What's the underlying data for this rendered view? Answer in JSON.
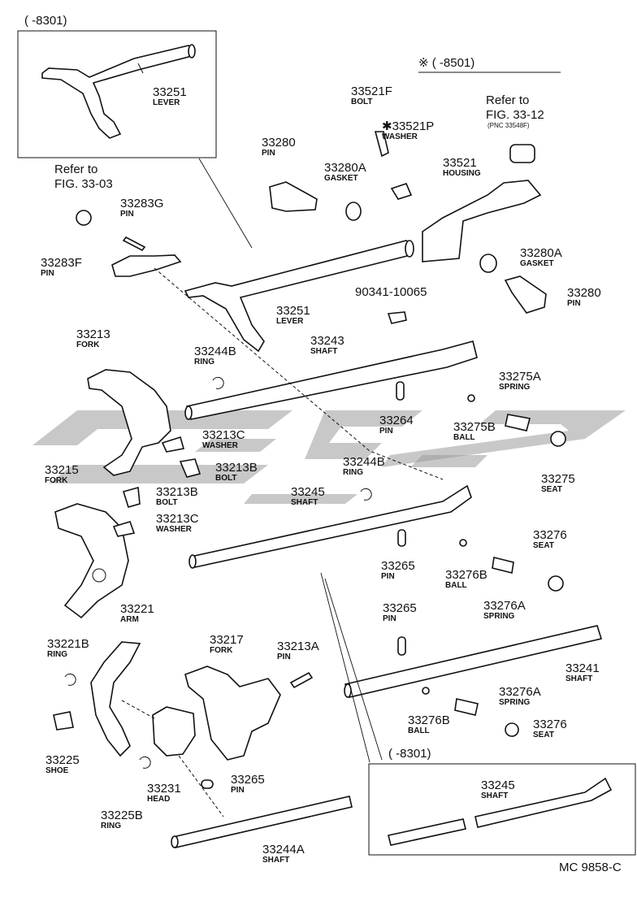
{
  "header_left": "(      -8301)",
  "header_right": "※ (      -8501)",
  "inset_bottom_header": "(      -8301)",
  "footer_code": "MC 9858-C",
  "refs": {
    "fig_3303_line1": "Refer to",
    "fig_3303_line2": "FIG. 33-03",
    "fig_3312_line1": "Refer to",
    "fig_3312_line2": "FIG. 33-12",
    "fig_3312_pnc": "(PNC 33548F)"
  },
  "callouts": [
    {
      "id": "c33251a",
      "num": "33251",
      "name": "LEVER"
    },
    {
      "id": "c33521f",
      "num": "33521F",
      "name": "BOLT"
    },
    {
      "id": "c33521p",
      "num": "✱33521P",
      "name": "WASHER"
    },
    {
      "id": "c33280a",
      "num": "33280",
      "name": "PIN"
    },
    {
      "id": "c33280ga",
      "num": "33280A",
      "name": "GASKET"
    },
    {
      "id": "c33521",
      "num": "33521",
      "name": "HOUSING"
    },
    {
      "id": "c33283g",
      "num": "33283G",
      "name": "PIN"
    },
    {
      "id": "c33283f",
      "num": "33283F",
      "name": "PIN"
    },
    {
      "id": "c33280gb",
      "num": "33280A",
      "name": "GASKET"
    },
    {
      "id": "c90341",
      "num": "90341-10065",
      "name": ""
    },
    {
      "id": "c33280b",
      "num": "33280",
      "name": "PIN"
    },
    {
      "id": "c33251b",
      "num": "33251",
      "name": "LEVER"
    },
    {
      "id": "c33213",
      "num": "33213",
      "name": "FORK"
    },
    {
      "id": "c33244ba",
      "num": "33244B",
      "name": "RING"
    },
    {
      "id": "c33243",
      "num": "33243",
      "name": "SHAFT"
    },
    {
      "id": "c33275a",
      "num": "33275A",
      "name": "SPRING"
    },
    {
      "id": "c33264",
      "num": "33264",
      "name": "PIN"
    },
    {
      "id": "c33275b",
      "num": "33275B",
      "name": "BALL"
    },
    {
      "id": "c33213ca",
      "num": "33213C",
      "name": "WASHER"
    },
    {
      "id": "c33213ba",
      "num": "33213B",
      "name": "BOLT"
    },
    {
      "id": "c33275",
      "num": "33275",
      "name": "SEAT"
    },
    {
      "id": "c33215",
      "num": "33215",
      "name": "FORK"
    },
    {
      "id": "c33244bb",
      "num": "33244B",
      "name": "RING"
    },
    {
      "id": "c33213bb",
      "num": "33213B",
      "name": "BOLT"
    },
    {
      "id": "c33245a",
      "num": "33245",
      "name": "SHAFT"
    },
    {
      "id": "c33213cb",
      "num": "33213C",
      "name": "WASHER"
    },
    {
      "id": "c33276a",
      "num": "33276",
      "name": "SEAT"
    },
    {
      "id": "c33265a",
      "num": "33265",
      "name": "PIN"
    },
    {
      "id": "c33276ba",
      "num": "33276B",
      "name": "BALL"
    },
    {
      "id": "c33276aa",
      "num": "33276A",
      "name": "SPRING"
    },
    {
      "id": "c33221",
      "num": "33221",
      "name": "ARM"
    },
    {
      "id": "c33265b",
      "num": "33265",
      "name": "PIN"
    },
    {
      "id": "c33221b",
      "num": "33221B",
      "name": "RING"
    },
    {
      "id": "c33217",
      "num": "33217",
      "name": "FORK"
    },
    {
      "id": "c33213a",
      "num": "33213A",
      "name": "PIN"
    },
    {
      "id": "c33241",
      "num": "33241",
      "name": "SHAFT"
    },
    {
      "id": "c33276ab",
      "num": "33276A",
      "name": "SPRING"
    },
    {
      "id": "c33225",
      "num": "33225",
      "name": "SHOE"
    },
    {
      "id": "c33276bb",
      "num": "33276B",
      "name": "BALL"
    },
    {
      "id": "c33276b",
      "num": "33276",
      "name": "SEAT"
    },
    {
      "id": "c33231",
      "num": "33231",
      "name": "HEAD"
    },
    {
      "id": "c33265c",
      "num": "33265",
      "name": "PIN"
    },
    {
      "id": "c33225b",
      "num": "33225B",
      "name": "RING"
    },
    {
      "id": "c33245b",
      "num": "33245",
      "name": "SHAFT"
    },
    {
      "id": "c33244a",
      "num": "33244A",
      "name": "SHAFT"
    }
  ]
}
